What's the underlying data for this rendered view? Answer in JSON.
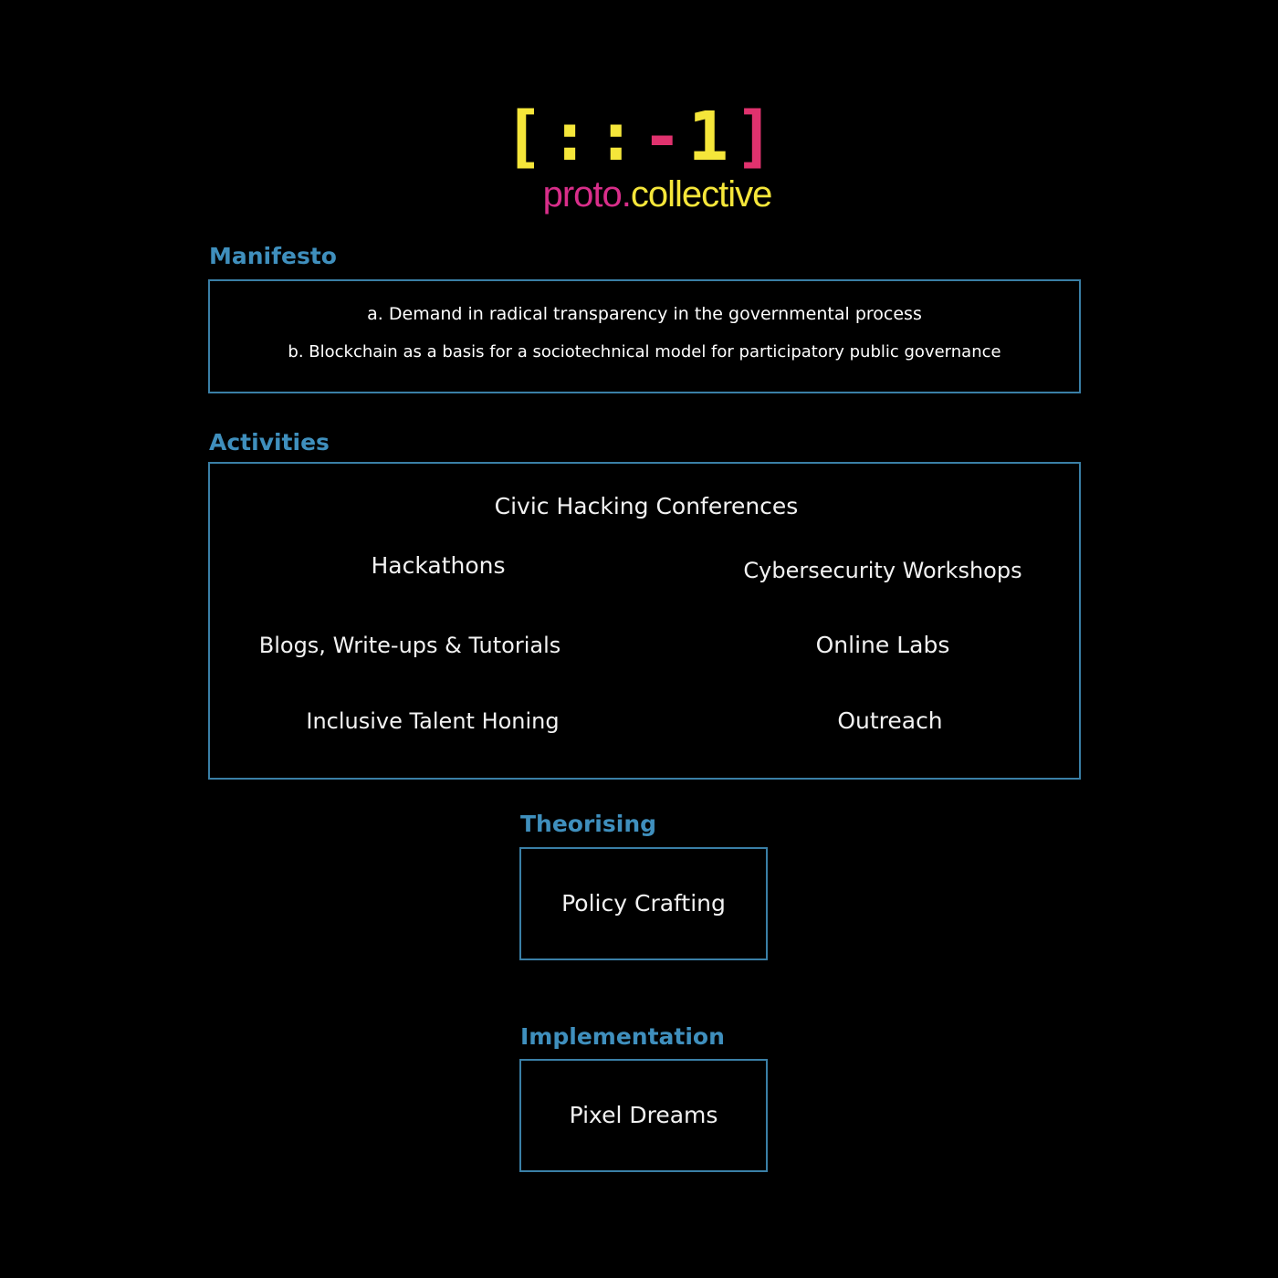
{
  "logo": {
    "glyphs": [
      {
        "text": "[",
        "color": "#f5e63a"
      },
      {
        "text": ":",
        "color": "#f5e63a"
      },
      {
        "text": ":",
        "color": "#f5e63a"
      },
      {
        "text": "-",
        "color": "#e0326e"
      },
      {
        "text": "1",
        "color": "#f5e63a"
      },
      {
        "text": "]",
        "color": "#e0326e"
      }
    ],
    "sub_proto": "proto",
    "sub_dot": ".",
    "sub_collective": "collective",
    "sub_proto_color": "#d92e8a",
    "sub_collective_color": "#f5e63a"
  },
  "manifesto": {
    "title": "Manifesto",
    "lines": [
      "a. Demand in radical transparency in the governmental process",
      "b. Blockchain as a basis for a sociotechnical model for participatory public governance"
    ]
  },
  "activities": {
    "title": "Activities",
    "items": [
      "Civic Hacking Conferences",
      "Hackathons",
      "Cybersecurity Workshops",
      "Blogs, Write-ups & Tutorials",
      "Online Labs",
      "Inclusive Talent Honing",
      "Outreach"
    ]
  },
  "theorising": {
    "title": "Theorising",
    "item": "Policy Crafting"
  },
  "implementation": {
    "title": "Implementation",
    "item": "Pixel Dreams"
  },
  "colors": {
    "background": "#000000",
    "heading_blue": "#3f8fbd",
    "border_blue": "#3a7fa6",
    "text": "#f2f2f2"
  }
}
